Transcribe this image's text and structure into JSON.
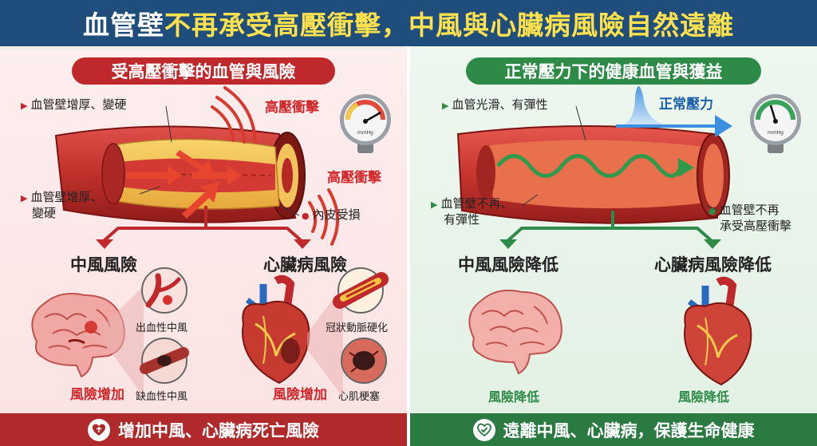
{
  "header": {
    "title_part1": "血管壁",
    "title_part2": "不再承受高壓衝擊，",
    "title_part3": "中風與心臟病風險自然遠離"
  },
  "left": {
    "pill": "受高壓衝擊的血管與風險",
    "label_top": "血管壁增厚、變硬",
    "label_pressure_1": "高壓衝擊",
    "label_pressure_2": "高壓衝擊",
    "label_mid_1": "血管壁增厚、",
    "label_mid_2": "變硬",
    "label_endothelium": "內皮受損",
    "stroke_heading": "中風風險",
    "heart_heading": "心臟病風險",
    "hemorrhagic": "出血性中風",
    "ischemic": "缺血性中風",
    "coronary": "冠狀動脈硬化",
    "infarction": "心肌梗塞",
    "risk_up_1": "風險增加",
    "risk_up_2": "風險增加",
    "footer": "增加中風、心臟病死亡風險",
    "gauge_unit": "mmHg"
  },
  "right": {
    "pill": "正常壓力下的健康血管與獲益",
    "label_top": "血管光滑、有彈性",
    "normal_pressure": "正常壓力",
    "label_mid_1": "血管壁不再、",
    "label_mid_2": "有彈性",
    "label_right_1": "血管壁不再",
    "label_right_2": "承受高壓衝擊",
    "stroke_heading": "中風風險降低",
    "heart_heading": "心臟病風險降低",
    "risk_down_1": "風險降低",
    "risk_down_2": "風險降低",
    "footer": "遠離中風、心臟病，保護生命健康",
    "gauge_unit": "mmHg"
  },
  "colors": {
    "header_bg": "#1f4e7c",
    "accent_red": "#c0292b",
    "accent_green": "#2e8b47",
    "title_yellow": "#ffe14d"
  }
}
